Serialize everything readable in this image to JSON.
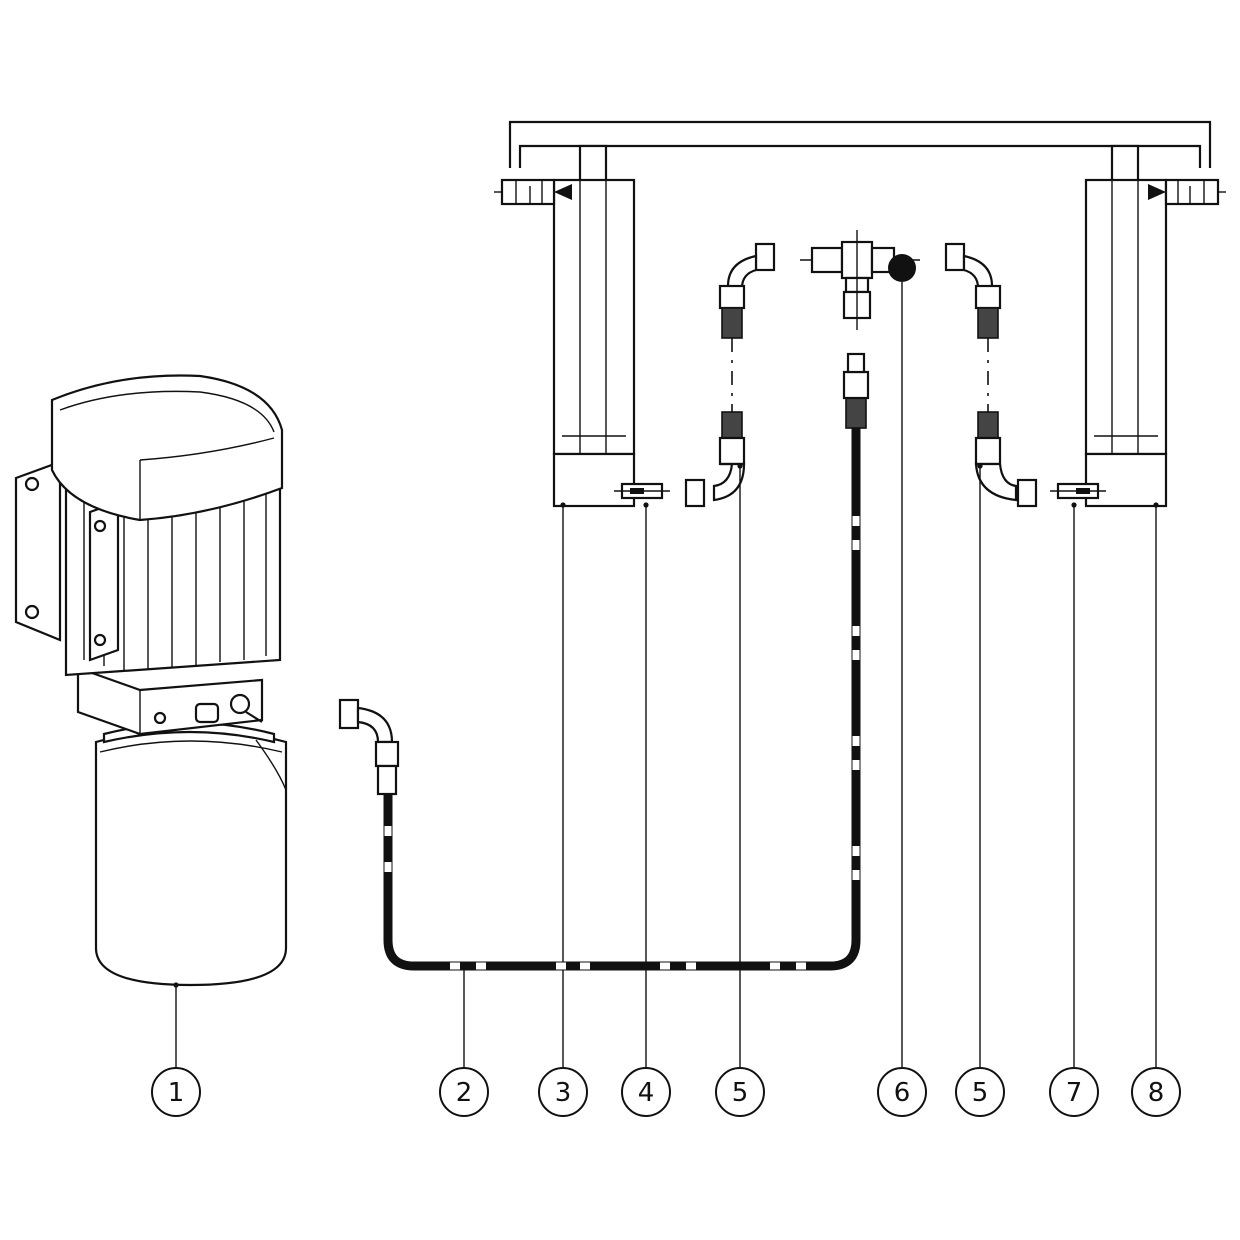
{
  "callouts": [
    {
      "id": "1",
      "label": "1"
    },
    {
      "id": "2",
      "label": "2"
    },
    {
      "id": "3",
      "label": "3"
    },
    {
      "id": "4",
      "label": "4"
    },
    {
      "id": "5a",
      "label": "5"
    },
    {
      "id": "6",
      "label": "6"
    },
    {
      "id": "5b",
      "label": "5"
    },
    {
      "id": "7",
      "label": "7"
    },
    {
      "id": "8",
      "label": "8"
    }
  ],
  "parts": {
    "power_unit": "hydraulic-power-unit",
    "main_hose": "hydraulic-hose",
    "cylinder_left": "left-cylinder",
    "cylinder_right": "right-cylinder",
    "fittings": "elbow-fittings",
    "tee": "tee-fitting",
    "valve_left": "left-flow-valve",
    "valve_right": "right-flow-valve"
  }
}
